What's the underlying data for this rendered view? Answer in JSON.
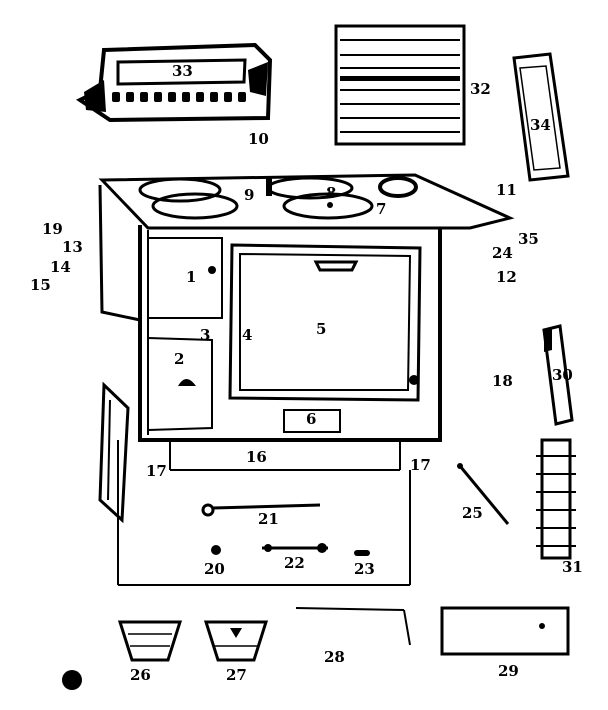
{
  "labels": {
    "l1": "1",
    "l2": "2",
    "l3": "3",
    "l4": "4",
    "l5": "5",
    "l6": "6",
    "l7": "7",
    "l8": "8",
    "l9": "9",
    "l10": "10",
    "l11": "11",
    "l12": "12",
    "l13": "13",
    "l14": "14",
    "l15": "15",
    "l16": "16",
    "l17a": "17",
    "l17b": "17",
    "l18": "18",
    "l19": "19",
    "l20": "20",
    "l21": "21",
    "l22": "22",
    "l23": "23",
    "l24": "24",
    "l25": "25",
    "l26": "26",
    "l27": "27",
    "l28": "28",
    "l29": "29",
    "l30": "30",
    "l31": "31",
    "l32": "32",
    "l33": "33",
    "l34": "34",
    "l35": "35"
  }
}
